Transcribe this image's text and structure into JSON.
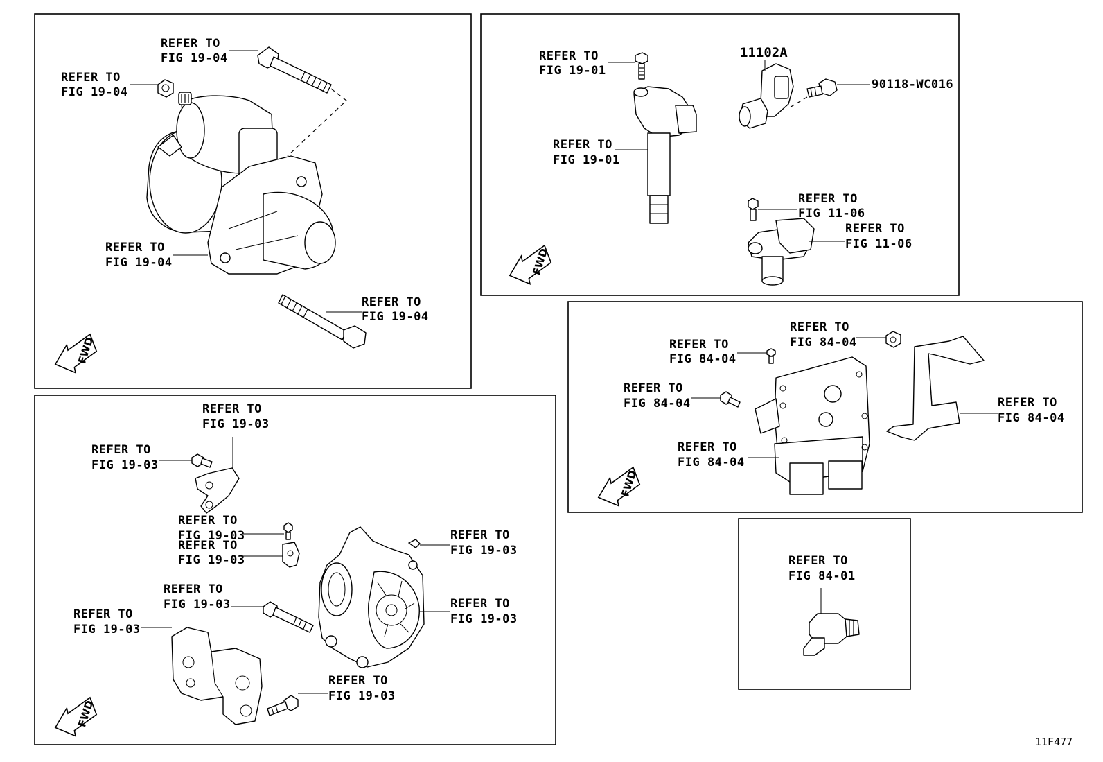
{
  "diagram": {
    "fwd_text": "FWD",
    "figure_code": "11F477",
    "panels": [
      {
        "id": "starter",
        "callouts": [
          {
            "line1": "REFER TO",
            "line2": "FIG 19-04"
          },
          {
            "line1": "REFER TO",
            "line2": "FIG 19-04"
          },
          {
            "line1": "REFER TO",
            "line2": "FIG 19-04"
          },
          {
            "line1": "REFER TO",
            "line2": "FIG 19-04"
          }
        ]
      },
      {
        "id": "ignition-sensors",
        "part_number": "11102A",
        "bolt_part_number": "90118-WC016",
        "callouts": [
          {
            "line1": "REFER TO",
            "line2": "FIG 19-01"
          },
          {
            "line1": "REFER TO",
            "line2": "FIG 19-01"
          },
          {
            "line1": "REFER TO",
            "line2": "FIG 11-06"
          },
          {
            "line1": "REFER TO",
            "line2": "FIG 11-06"
          }
        ]
      },
      {
        "id": "alternator",
        "callouts": [
          {
            "line1": "REFER TO",
            "line2": "FIG 19-03"
          },
          {
            "line1": "REFER TO",
            "line2": "FIG 19-03"
          },
          {
            "line1": "REFER TO",
            "line2": "FIG 19-03"
          },
          {
            "line1": "REFER TO",
            "line2": "FIG 19-03"
          },
          {
            "line1": "REFER TO",
            "line2": "FIG 19-03"
          },
          {
            "line1": "REFER TO",
            "line2": "FIG 19-03"
          },
          {
            "line1": "REFER TO",
            "line2": "FIG 19-03"
          },
          {
            "line1": "REFER TO",
            "line2": "FIG 19-03"
          },
          {
            "line1": "REFER TO",
            "line2": "FIG 19-03"
          }
        ]
      },
      {
        "id": "ecu",
        "callouts": [
          {
            "line1": "REFER TO",
            "line2": "FIG 84-04"
          },
          {
            "line1": "REFER TO",
            "line2": "FIG 84-04"
          },
          {
            "line1": "REFER TO",
            "line2": "FIG 84-04"
          },
          {
            "line1": "REFER TO",
            "line2": "FIG 84-04"
          },
          {
            "line1": "REFER TO",
            "line2": "FIG 84-04"
          }
        ]
      },
      {
        "id": "oil-pressure-switch",
        "callouts": [
          {
            "line1": "REFER TO",
            "line2": "FIG 84-01"
          }
        ]
      }
    ]
  }
}
